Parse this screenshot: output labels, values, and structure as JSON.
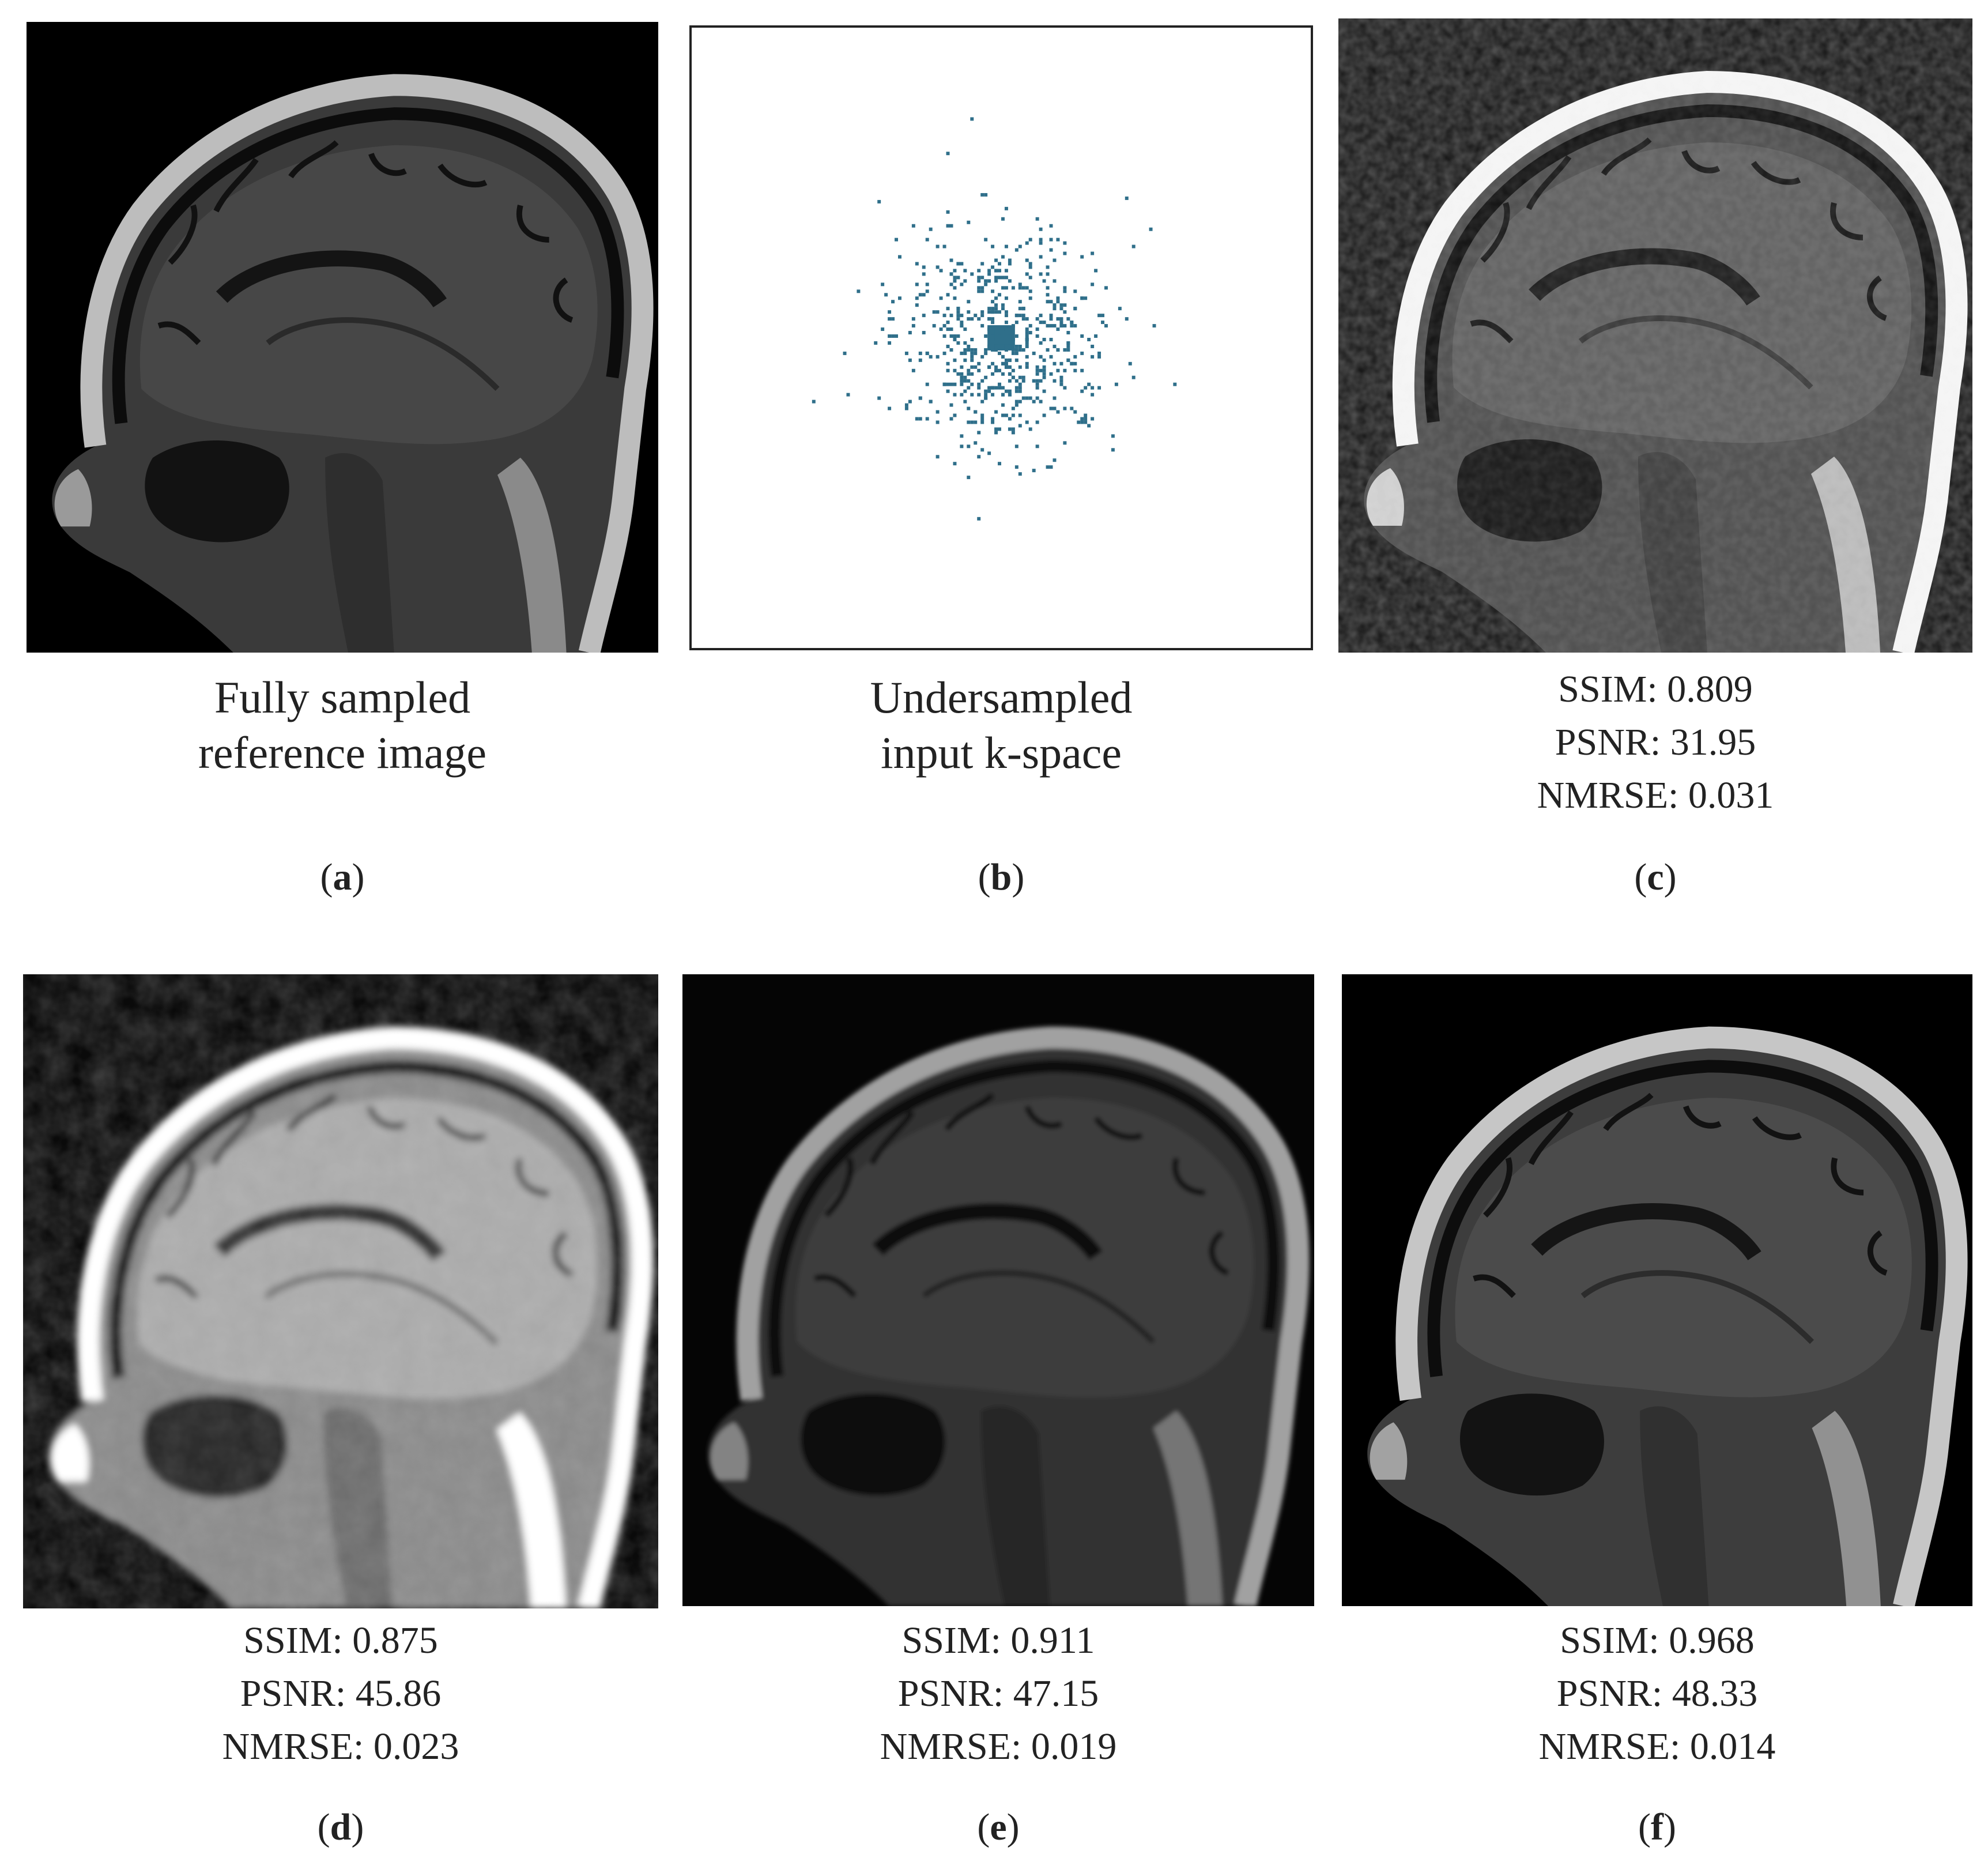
{
  "panels": [
    {
      "id": "a",
      "caption": [
        "Fully sampled",
        "reference image"
      ],
      "label_letter": "a"
    },
    {
      "id": "b",
      "caption": [
        "Undersampled",
        "input k-space"
      ],
      "label_letter": "b",
      "mask_color": "#2f6f8a"
    },
    {
      "id": "c",
      "metrics": {
        "ssim": "SSIM: 0.809",
        "psnr": "PSNR: 31.95",
        "nmrse": "NMRSE: 0.031"
      },
      "label_letter": "c"
    },
    {
      "id": "d",
      "metrics": {
        "ssim": "SSIM: 0.875",
        "psnr": "PSNR: 45.86",
        "nmrse": "NMRSE: 0.023"
      },
      "label_letter": "d"
    },
    {
      "id": "e",
      "metrics": {
        "ssim": "SSIM: 0.911",
        "psnr": "PSNR: 47.15",
        "nmrse": "NMRSE: 0.019"
      },
      "label_letter": "e"
    },
    {
      "id": "f",
      "metrics": {
        "ssim": "SSIM: 0.968",
        "psnr": "PSNR: 48.33",
        "nmrse": "NMRSE: 0.014"
      },
      "label_letter": "f"
    }
  ],
  "label_paren_open": "(",
  "label_paren_close": ")"
}
